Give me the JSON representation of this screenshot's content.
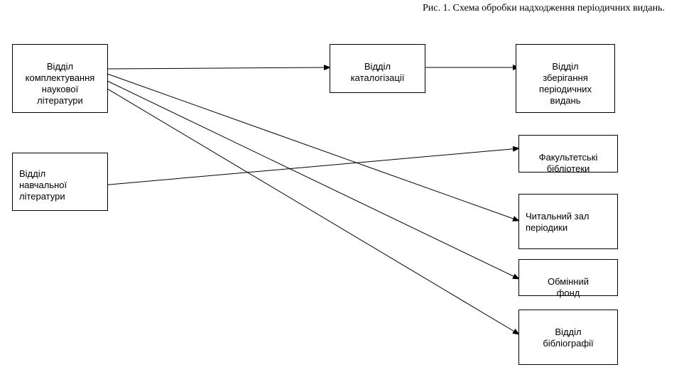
{
  "caption": "Рис. 1. Схема обробки надходження періодичних видань.",
  "boxes": {
    "acquisition": "Відділ\nкомплектування\nнаукової\nлітератури",
    "educational": "Відділ\nнавчальної\nлітератури",
    "cataloging": "Відділ\nкаталогізації",
    "storage": "Відділ\nзберігання\nперіодичних\nвидань",
    "faculty": "Факультетські\nбібліотеки",
    "reading_room": "Читальний зал\nперіодики",
    "exchange": "Обмінний\nфонд",
    "bibliography": "Відділ\nбібліографії"
  }
}
